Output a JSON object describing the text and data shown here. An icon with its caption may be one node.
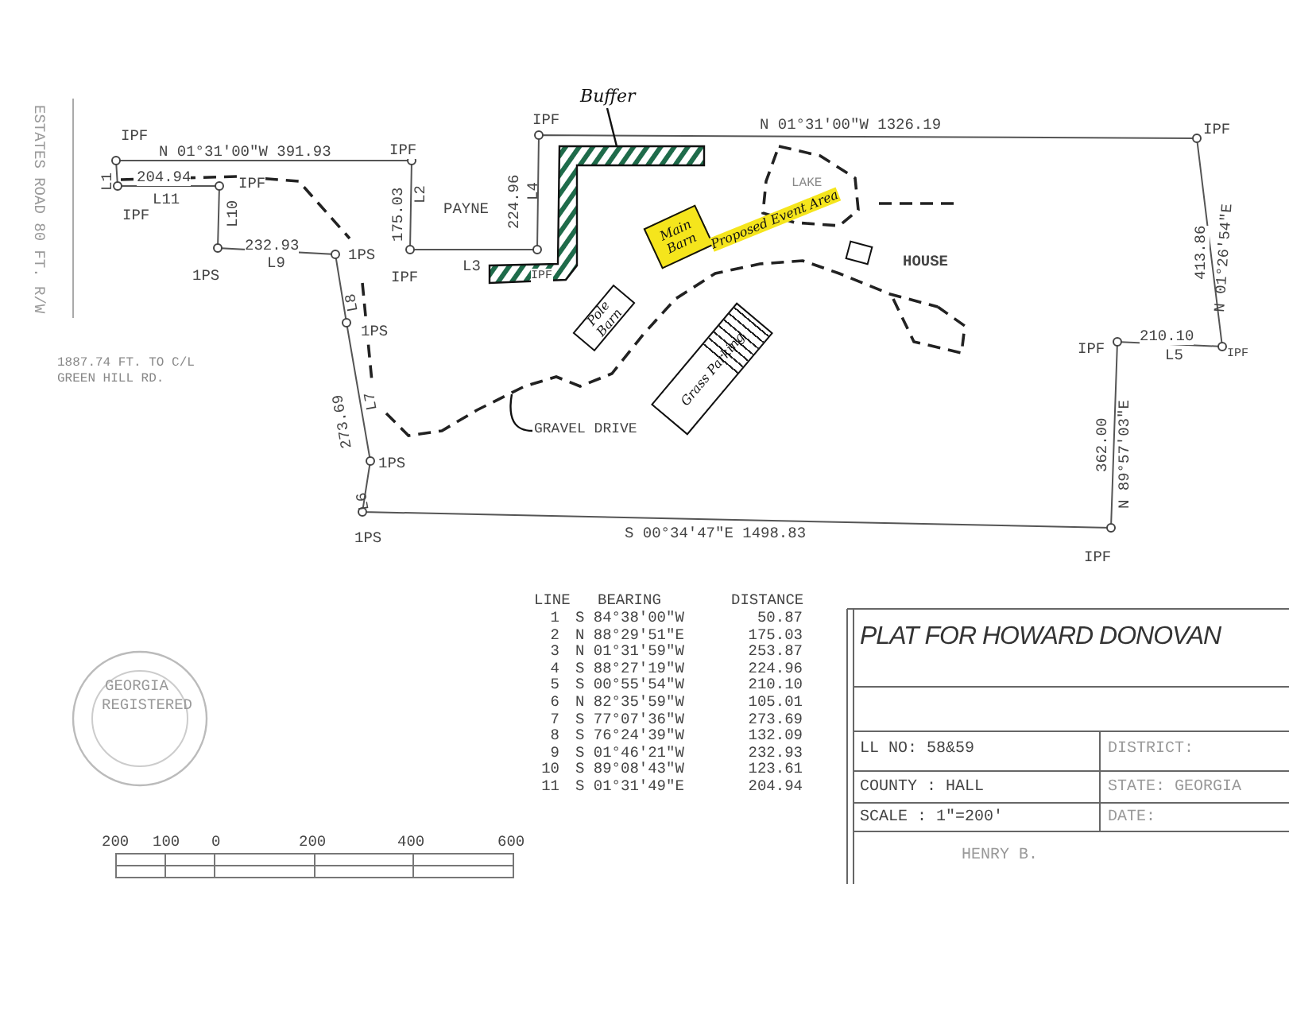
{
  "diagram": {
    "title": "PLAT FOR HOWARD DONOVAN",
    "nodes": [
      {
        "text": [
          "Buffer"
        ]
      },
      {
        "text": [],
        "shape": "box"
      },
      {
        "text": [
          "Main Barn"
        ]
      },
      {
        "text": [
          "Pole Barn"
        ]
      },
      {
        "text": [
          "Grass Parking"
        ]
      },
      {
        "text": [],
        "shape": "box",
        "beside": [
          "HOUSE"
        ]
      },
      {
        "text": [
          "LAKE"
        ]
      },
      {
        "text": [
          "GRAVEL DRIVE"
        ]
      }
    ],
    "edges": [
      {
        "from": 0,
        "to": 1,
        "arrow": "none"
      },
      {
        "from": 7,
        "to": null,
        "arrow": "none"
      }
    ],
    "labels": [
      "IPF",
      "N 01°31'00\"W 1326.19",
      "IPF",
      "IPF",
      "N 01°31'00\"W 391.93",
      "IPF",
      "L1",
      "204.94",
      "IPF",
      "L11",
      "IPF",
      "L10",
      "175.03",
      "L2",
      "PAYNE",
      "224.96",
      "L4",
      "Proposed Event Area",
      "232.93",
      "L9",
      "1PS",
      "1PS",
      "IPF",
      "L3",
      "IPF",
      "L8",
      "1PS",
      "ESTATES ROAD 80 FT. R/W",
      "1887.74 FT. TO C/L GREEN HILL RD.",
      "413.86",
      "N 01°26'54\"E",
      "IPF",
      "210.10",
      "L5",
      "IPF",
      "273.69",
      "L7",
      "362.00",
      "N 89°57'03\"E",
      "1PS",
      "L6",
      "1PS",
      "S 00°34'47\"E 1498.83",
      "IPF",
      "LINE",
      "BEARING",
      "DISTANCE",
      "1",
      "S 84°38'00\"W",
      "50.87",
      "2",
      "N 88°29'51\"E",
      "175.03",
      "3",
      "N 01°31'59\"W",
      "253.87",
      "4",
      "S 88°27'19\"W",
      "224.96",
      "5",
      "S 00°55'54\"W",
      "210.10",
      "6",
      "N 82°35'59\"W",
      "105.01",
      "7",
      "S 77°07'36\"W",
      "273.69",
      "8",
      "S 76°24'39\"W",
      "132.09",
      "9",
      "S 01°46'21\"W",
      "232.93",
      "10",
      "S 89°08'43\"W",
      "123.61",
      "11",
      "S 01°31'49\"E",
      "204.94",
      "GEORGIA",
      "REGISTERED",
      "200",
      "100",
      "0",
      "200",
      "400",
      "600",
      "LL NO: 58&59",
      "DISTRICT:",
      "COUNTY : HALL",
      "STATE: GEORGIA",
      "SCALE : 1\"=200'",
      "DATE:",
      "HENRY B."
    ]
  }
}
